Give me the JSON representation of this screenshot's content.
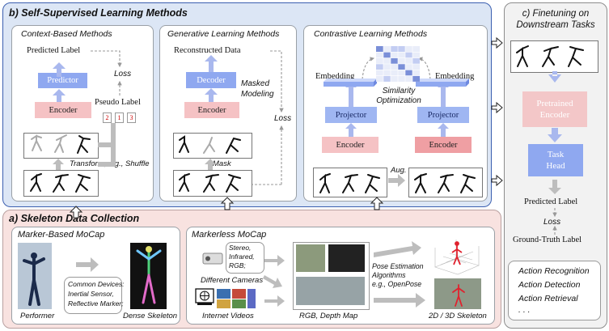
{
  "ssl": {
    "title": "b) Self-Supervised Learning Methods",
    "context": {
      "title": "Context-Based Methods",
      "predicted_label": "Predicted Label",
      "predictor": "Predictor",
      "loss": "Loss",
      "encoder": "Encoder",
      "pseudo_label": "Pseudo Label",
      "pseudo_values": [
        "2",
        "1",
        "3"
      ],
      "transform": "Transform, e.g., Shuffle"
    },
    "generative": {
      "title": "Generative Learning Methods",
      "reconstructed": "Reconstructed Data",
      "decoder": "Decoder",
      "masked_modeling": "Masked Modeling",
      "encoder": "Encoder",
      "loss": "Loss",
      "mask": "Mask"
    },
    "contrastive": {
      "title": "Contrastive Learning Methods",
      "embedding_left": "Embedding",
      "embedding_right": "Embedding",
      "similarity": "Similarity Optimization",
      "projector": "Projector",
      "encoder": "Encoder",
      "aug": "Aug."
    }
  },
  "finetune": {
    "title": "c) Finetuning on Downstream Tasks",
    "pretrained": "Pretrained Encoder",
    "task_head": "Task Head",
    "predicted_label": "Predicted Label",
    "loss": "Loss",
    "gt_label": "Ground-Truth Label",
    "tasks": [
      "Action Recognition",
      "Action Detection",
      "Action Retrieval",
      ". . ."
    ]
  },
  "collection": {
    "title": "a) Skeleton Data Collection",
    "marker": {
      "title": "Marker-Based MoCap",
      "devices": [
        "Common Devices:",
        "Inertial Sensor,",
        "Reflective Marker;"
      ],
      "performer": "Performer",
      "dense": "Dense Skeleton"
    },
    "markerless": {
      "title": "Markerless MoCap",
      "camera_types": [
        "Stereo,",
        "Infrared,",
        "RGB;"
      ],
      "cameras": "Different Cameras",
      "internet": "Internet Videos",
      "rgb_depth": "RGB, Depth Map",
      "pose_est": [
        "Pose Estimation",
        "Algorithms",
        "e.g., OpenPose"
      ],
      "skeleton": "2D / 3D Skeleton"
    }
  },
  "colors": {
    "ssl_bg": "#dce6f5",
    "ssl_border": "#3b5fb0",
    "collection_bg": "#f8e2e0",
    "finetune_bg": "#f2f2f2",
    "encoder": "#f5c2c4",
    "projector": "#9fb6f2",
    "arrow": "#a9b8ee"
  }
}
